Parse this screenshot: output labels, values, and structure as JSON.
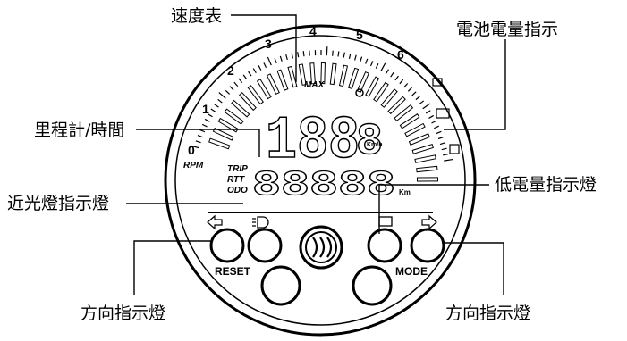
{
  "callouts": {
    "speedometer": "速度表",
    "battery_indicator": "電池電量指示",
    "odometer_clock": "里程計/時間",
    "low_beam_indicator": "近光燈指示燈",
    "low_battery_indicator": "低電量指示燈",
    "turn_left_indicator": "方向指示燈",
    "turn_right_indicator": "方向指示燈"
  },
  "gauge": {
    "rpm_scale": [
      "0",
      "1",
      "2",
      "3",
      "4",
      "5",
      "6"
    ],
    "rpm_label": "RPM",
    "max_label": "MAX",
    "speed_digits": "188",
    "speed_unit": "Km/h",
    "odo_modes": [
      "TRIP",
      "RTT",
      "ODO"
    ],
    "odo_digits": "88888",
    "odo_unit": "Km"
  },
  "buttons": {
    "reset_label": "RESET",
    "mode_label": "MODE"
  },
  "icons": [
    "turn-left-arrow-icon",
    "headlight-icon",
    "logo-emblem-icon",
    "battery-icon",
    "turn-right-arrow-icon"
  ]
}
